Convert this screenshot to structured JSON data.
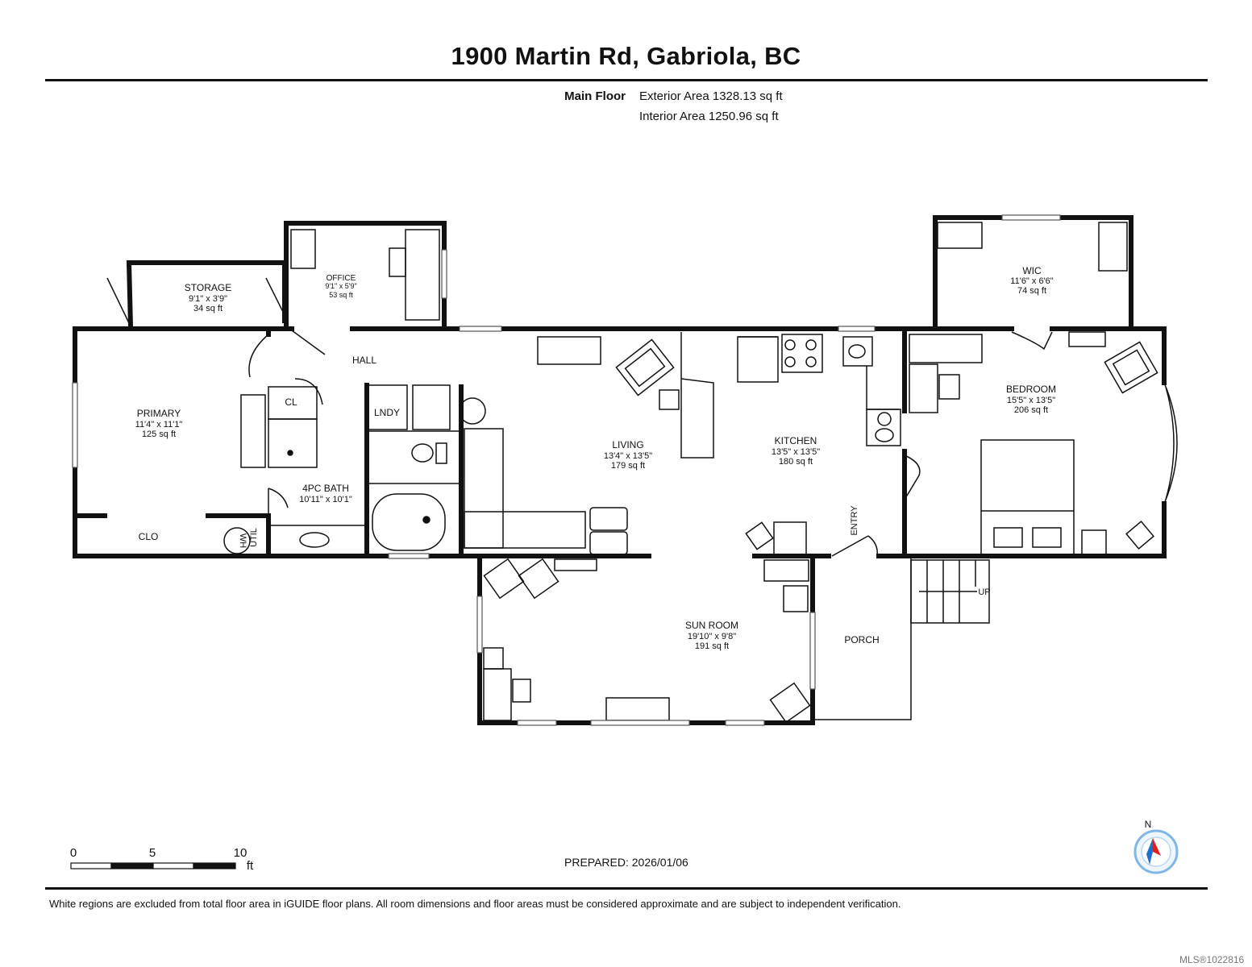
{
  "header": {
    "title": "1900 Martin Rd, Gabriola, BC",
    "floor_name": "Main Floor",
    "exterior_area": "Exterior Area 1328.13 sq ft",
    "interior_area": "Interior Area 1250.96 sq ft"
  },
  "rooms": {
    "storage": {
      "name": "STORAGE",
      "dims": "9'1\" x 3'9\"",
      "area": "34 sq ft"
    },
    "office": {
      "name": "OFFICE",
      "dims": "9'1\" x 5'9\"",
      "area": "53 sq ft"
    },
    "wic": {
      "name": "WIC",
      "dims": "11'6\" x 6'6\"",
      "area": "74 sq ft"
    },
    "hall": {
      "name": "HALL"
    },
    "primary": {
      "name": "PRIMARY",
      "dims": "11'4\" x 11'1\"",
      "area": "125 sq ft"
    },
    "cl": {
      "name": "CL"
    },
    "lndy": {
      "name": "LNDY"
    },
    "bath": {
      "name": "4PC BATH",
      "dims": "10'11\" x 10'1\""
    },
    "clo": {
      "name": "CLO"
    },
    "wh": {
      "name": "WH"
    },
    "util": {
      "name": "UTIL"
    },
    "living": {
      "name": "LIVING",
      "dims": "13'4\" x 13'5\"",
      "area": "179 sq ft"
    },
    "kitchen": {
      "name": "KITCHEN",
      "dims": "13'5\" x 13'5\"",
      "area": "180 sq ft"
    },
    "bedroom": {
      "name": "BEDROOM",
      "dims": "15'5\" x 13'5\"",
      "area": "206 sq ft"
    },
    "entry": {
      "name": "ENTRY"
    },
    "up": {
      "name": "UP"
    },
    "sunroom": {
      "name": "SUN ROOM",
      "dims": "19'10\" x 9'8\"",
      "area": "191 sq ft"
    },
    "porch": {
      "name": "PORCH"
    }
  },
  "scale": {
    "ticks": [
      "0",
      "5",
      "10"
    ],
    "unit": "ft"
  },
  "compass": {
    "label": "N",
    "needle_color": "#e0201c",
    "ring_color": "#7fb6e6"
  },
  "footer": {
    "prepared": "PREPARED: 2026/01/06",
    "disclaimer": "White regions are excluded from total floor area in iGUIDE floor plans. All room dimensions and floor areas must be considered approximate and are subject to independent verification.",
    "mls": "MLS®1022816"
  }
}
